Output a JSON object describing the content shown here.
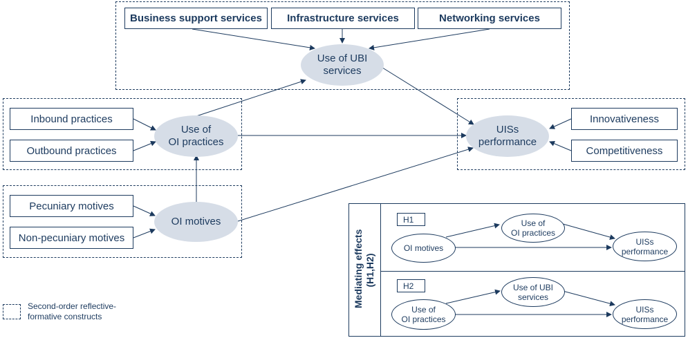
{
  "top_group": {
    "boxes": [
      "Business support services",
      "Infrastructure services",
      "Networking services"
    ],
    "construct": [
      "Use of UBI",
      "services"
    ]
  },
  "oi_group": {
    "boxes": [
      "Inbound practices",
      "Outbound practices"
    ],
    "construct": [
      "Use of",
      "OI practices"
    ]
  },
  "motives_group": {
    "boxes": [
      "Pecuniary motives",
      "Non-pecuniary motives"
    ],
    "construct": "OI motives"
  },
  "uis_group": {
    "boxes": [
      "Innovativeness",
      "Competitiveness"
    ],
    "construct": [
      "UISs",
      "performance"
    ]
  },
  "mediating": {
    "title_line1": "Mediating effects",
    "title_line2": "(H1,H2)",
    "h1": {
      "label": "H1",
      "source": "OI motives",
      "mediator": [
        "Use of",
        "OI practices"
      ],
      "outcome": [
        "UISs",
        "performance"
      ]
    },
    "h2": {
      "label": "H2",
      "source": [
        "Use of",
        "OI practices"
      ],
      "mediator": [
        "Use of UBI",
        "services"
      ],
      "outcome": [
        "UISs",
        "performance"
      ]
    }
  },
  "legend": {
    "line1": "Second-order reflective-",
    "line2": "formative constructs"
  },
  "colors": {
    "stroke": "#1c3a5e",
    "ellipse_fill": "#d6dde7"
  }
}
